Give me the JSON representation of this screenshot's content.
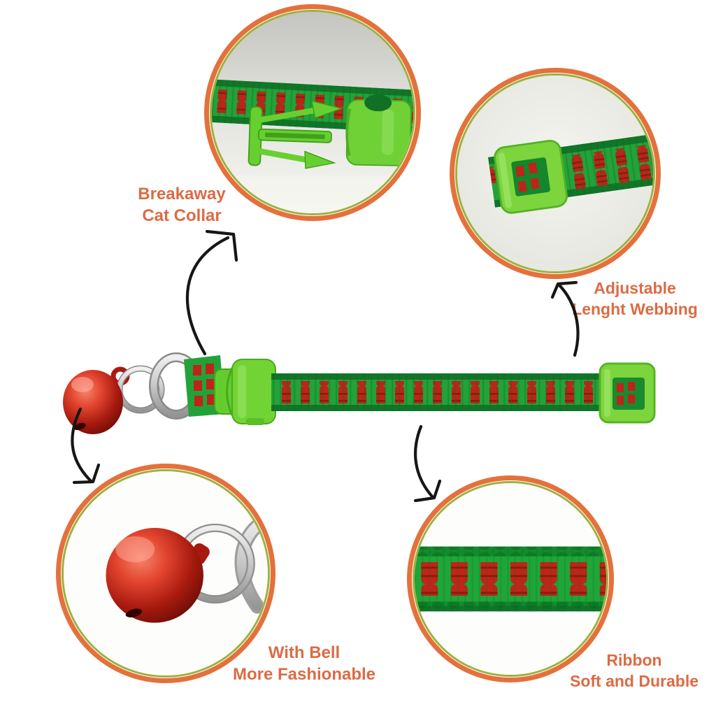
{
  "annotations": {
    "breakaway": {
      "line1": "Breakaway",
      "line2": "Cat Collar"
    },
    "adjustable": {
      "line1": "Adjustable",
      "line2": "Lenght Webbing"
    },
    "with_bell": {
      "line1": "With Bell",
      "line2": "More Fashionable"
    },
    "ribbon": {
      "line1": "Ribbon",
      "line2": "Soft and Durable"
    }
  },
  "callouts": [
    {
      "name": "buckle-closeup-photo"
    },
    {
      "name": "adjuster-closeup-photo"
    },
    {
      "name": "bell-closeup-photo"
    },
    {
      "name": "ribbon-closeup-photo"
    }
  ],
  "colors": {
    "ring_orange": "#E4713C",
    "ring_olive": "#9CB23D",
    "label_orange": "#DC6B44",
    "webbing_green": "#23A23A",
    "webbing_green_dark": "#117628",
    "webbing_red": "#BE2418",
    "buckle_green": "#72D335",
    "bell_red": "#C3271A",
    "metal_silver": "#BDBDBD",
    "arrow_black": "#161616",
    "background": "#FFFFFF"
  }
}
